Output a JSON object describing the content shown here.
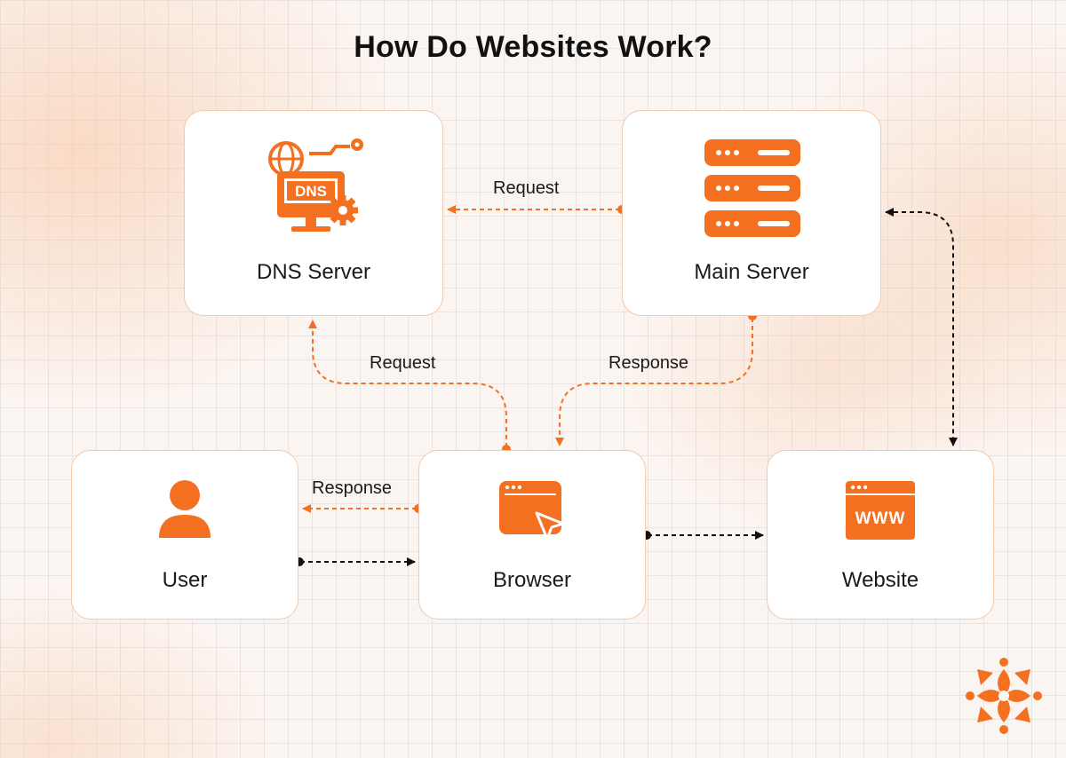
{
  "title": "How Do Websites Work?",
  "nodes": {
    "dns": {
      "label": "DNS Server",
      "icon": "dns-monitor-icon",
      "icon_text": "DNS"
    },
    "main": {
      "label": "Main Server",
      "icon": "server-rack-icon"
    },
    "user": {
      "label": "User",
      "icon": "user-icon"
    },
    "browser": {
      "label": "Browser",
      "icon": "browser-window-icon"
    },
    "website": {
      "label": "Website",
      "icon": "www-window-icon",
      "icon_text": "WWW"
    }
  },
  "connections": {
    "main_to_dns": "Request",
    "browser_to_dns": "Request",
    "main_to_browser": "Response",
    "browser_to_user": "Response"
  },
  "colors": {
    "accent": "#f37021",
    "card_border": "#f6c7a8",
    "black_connector": "#111111"
  },
  "logo": {
    "icon": "brand-logo-icon"
  }
}
